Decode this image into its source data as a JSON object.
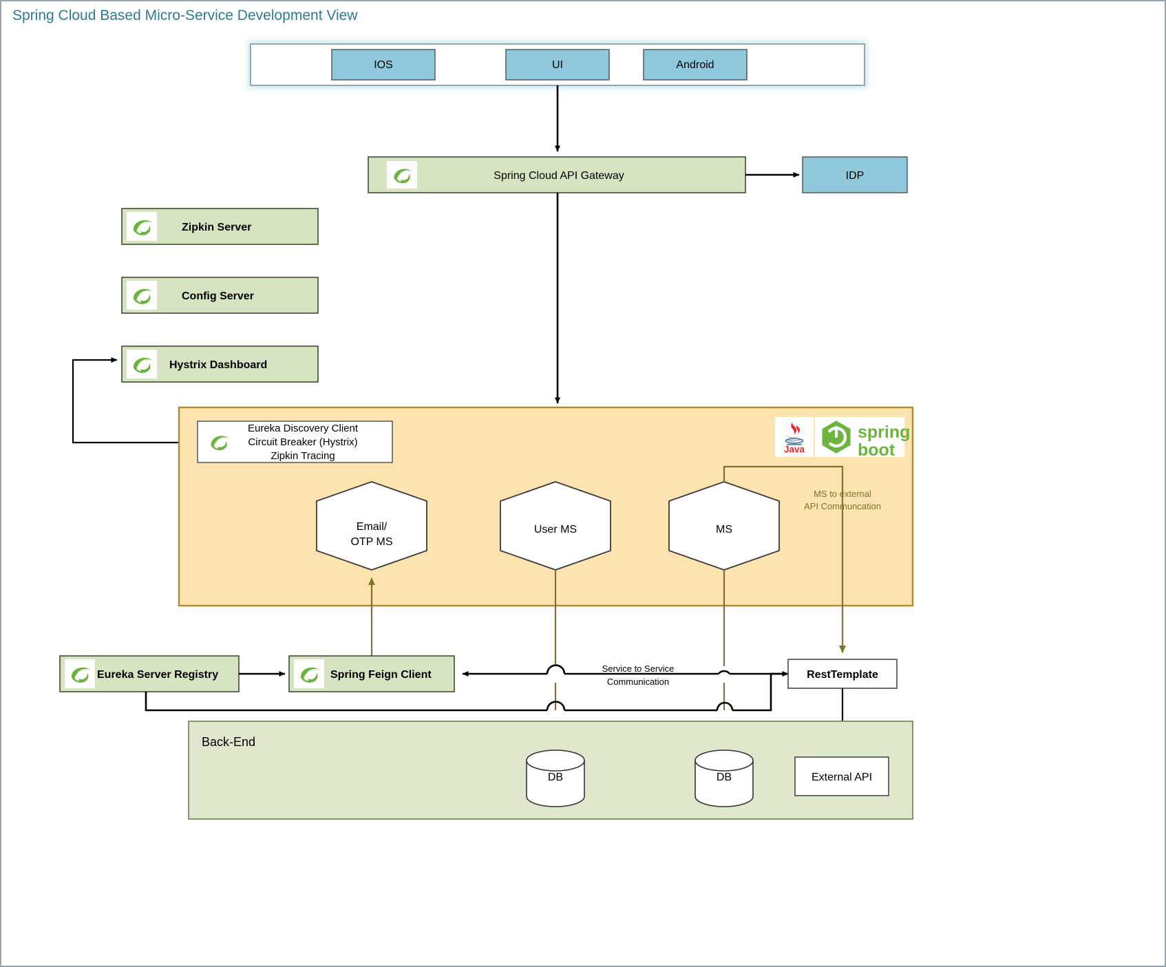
{
  "page": {
    "title": "Spring Cloud Based Micro-Service Development View",
    "title_color": "#2e7a91"
  },
  "colors": {
    "client_box_fill": "#8fc7db",
    "client_container_fill": "#ffffff",
    "client_container_border": "#9fd3e3",
    "green_fill": "#d6e4c2",
    "green_border": "#6b7a4c",
    "orange_fill": "#fde3b0",
    "orange_border": "#b08a2e",
    "backend_fill": "#dde8cd",
    "hex_fill": "#ffffff",
    "arrow_black": "#000000",
    "arrow_olive": "#7d7230",
    "annotation_olive": "#7d7230",
    "spring_green": "#6db33f",
    "java_red": "#e76f00",
    "java_blue": "#5382a1"
  },
  "clients": {
    "container_name": "client-apps-container",
    "items": [
      {
        "label": "IOS"
      },
      {
        "label": "UI"
      },
      {
        "label": "Android"
      }
    ]
  },
  "gateway": {
    "label": "Spring Cloud API Gateway",
    "icon": "spring-leaf-icon"
  },
  "idp": {
    "label": "IDP"
  },
  "infra_servers": [
    {
      "label": "Zipkin Server",
      "icon": "spring-leaf-icon"
    },
    {
      "label": "Config Server",
      "icon": "spring-leaf-icon"
    },
    {
      "label": "Hystrix Dashboard",
      "icon": "spring-leaf-icon"
    }
  ],
  "ms_container": {
    "name": "microservices-container",
    "client_box": {
      "icon": "spring-leaf-icon",
      "lines": [
        "Eureka Discovery Client",
        "Circuit Breaker (Hystrix)",
        "Zipkin Tracing"
      ]
    },
    "tech_logos": [
      {
        "name": "java-logo",
        "label": "Java"
      },
      {
        "name": "spring-boot-logo",
        "label_line1": "spring",
        "label_line2": "boot"
      }
    ],
    "microservices": [
      {
        "label_line1": "Email/",
        "label_line2": "OTP MS"
      },
      {
        "label_line1": "User MS",
        "label_line2": ""
      },
      {
        "label_line1": "MS",
        "label_line2": ""
      }
    ],
    "annotation": {
      "line1": "MS to external",
      "line2": "API Communcation"
    }
  },
  "registry": {
    "label": "Eureka Server Registry",
    "icon": "spring-leaf-icon"
  },
  "feign": {
    "label": "Spring Feign Client",
    "icon": "spring-leaf-icon"
  },
  "rest_template": {
    "label": "RestTemplate"
  },
  "service_comm_annotation": {
    "line1": "Service to Service",
    "line2": "Communication"
  },
  "backend": {
    "label": "Back-End",
    "databases": [
      {
        "label": "DB"
      },
      {
        "label": "DB"
      }
    ],
    "external_api": {
      "label": "External API"
    }
  }
}
